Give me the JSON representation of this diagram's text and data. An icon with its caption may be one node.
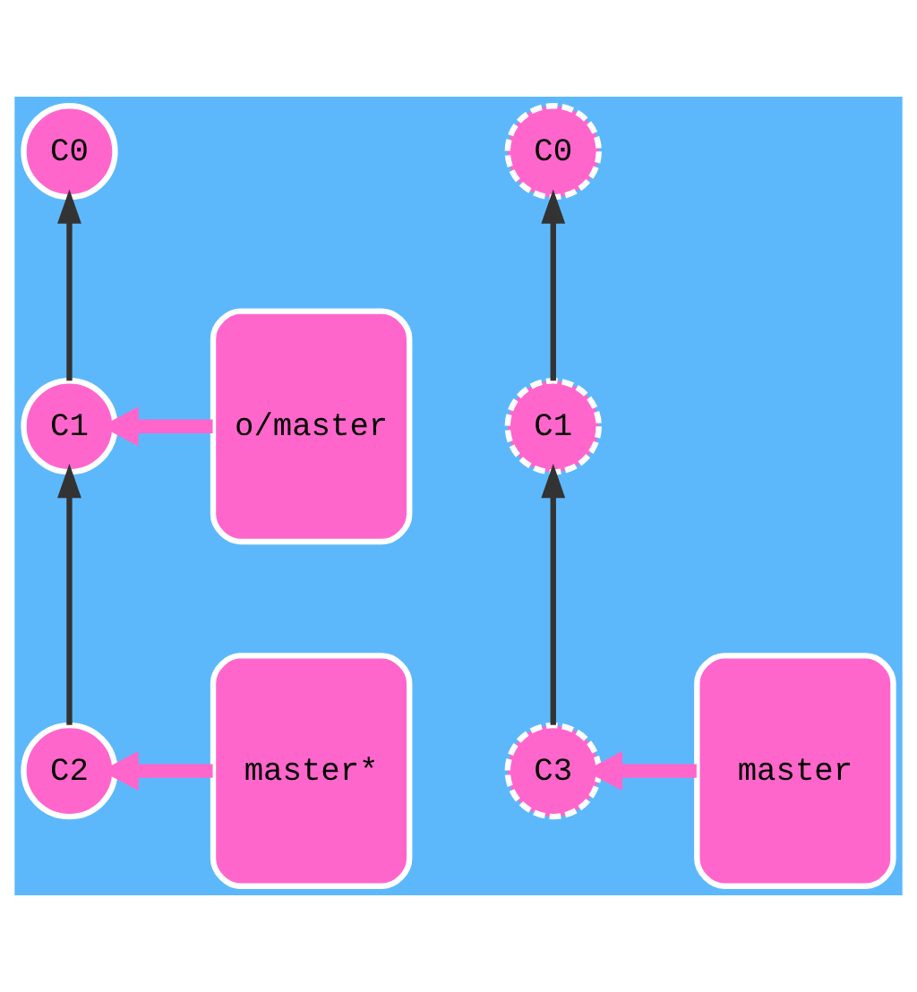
{
  "diagram": {
    "nodes": [
      {
        "text": [
          "C0"
        ]
      },
      {
        "text": [
          "C1"
        ]
      },
      {
        "text": [
          "C2"
        ]
      },
      {
        "text": [
          "o/master"
        ]
      },
      {
        "text": [
          "master*"
        ]
      },
      {
        "text": [
          "C0"
        ]
      },
      {
        "text": [
          "C1"
        ]
      },
      {
        "text": [
          "C3"
        ]
      },
      {
        "text": [
          "master"
        ]
      }
    ],
    "edges": [
      {
        "from": 1,
        "to": 0,
        "arrow": "to"
      },
      {
        "from": 2,
        "to": 1,
        "arrow": "to"
      },
      {
        "from": 3,
        "to": 1,
        "arrow": "to",
        "style": "thick",
        "color": "#ff66cc"
      },
      {
        "from": 4,
        "to": 2,
        "arrow": "to",
        "style": "thick",
        "color": "#ff66cc"
      },
      {
        "from": 6,
        "to": 5,
        "arrow": "to"
      },
      {
        "from": 7,
        "to": 6,
        "arrow": "to"
      },
      {
        "from": 8,
        "to": 7,
        "arrow": "to",
        "style": "thick",
        "color": "#ff66cc"
      }
    ]
  }
}
